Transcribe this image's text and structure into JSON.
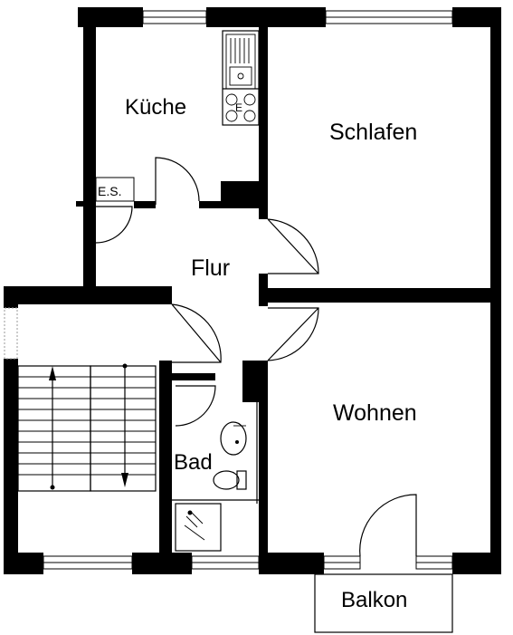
{
  "rooms": {
    "kitchen": "Küche",
    "bedroom": "Schlafen",
    "hall": "Flur",
    "living": "Wohnen",
    "bath": "Bad",
    "balcony": "Balkon"
  },
  "labels": {
    "stove_marker": "E",
    "utility_box": "E.S."
  }
}
